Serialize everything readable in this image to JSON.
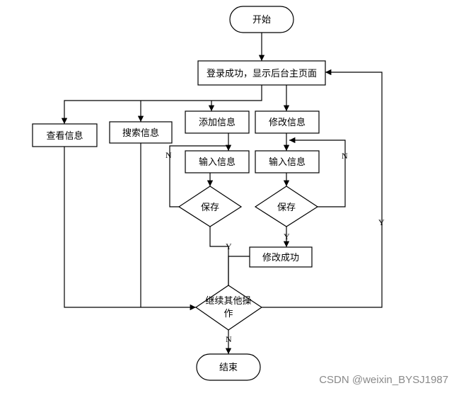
{
  "nodes": {
    "start": "开始",
    "login": "登录成功，显示后台主页面",
    "view": "查看信息",
    "search": "搜索信息",
    "add": "添加信息",
    "modify": "修改信息",
    "input_left": "输入信息",
    "input_right": "输入信息",
    "save_left": "保存",
    "save_right": "保存",
    "modify_success": "修改成功",
    "continue_line1": "继续其他操",
    "continue_line2": "作",
    "end": "结束"
  },
  "edge_labels": {
    "left_no": "N",
    "left_yes": "Y",
    "right_no": "N",
    "right_yes": "Y",
    "continue_yes": "Y",
    "continue_no": "N"
  },
  "watermark": "CSDN @weixin_BYSJ1987"
}
